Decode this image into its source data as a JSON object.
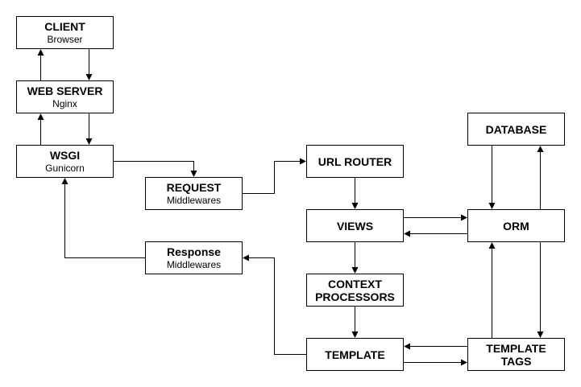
{
  "nodes": {
    "client": {
      "title": "CLIENT",
      "sub": "Browser"
    },
    "webserver": {
      "title": "WEB SERVER",
      "sub": "Nginx"
    },
    "wsgi": {
      "title": "WSGI",
      "sub": "Gunicorn"
    },
    "request": {
      "title": "REQUEST",
      "sub": "Middlewares"
    },
    "response": {
      "title": "Response",
      "sub": "Middlewares"
    },
    "urlrouter": {
      "title": "URL ROUTER"
    },
    "views": {
      "title": "VIEWS"
    },
    "context": {
      "title": "CONTEXT\nPROCESSORS"
    },
    "template": {
      "title": "TEMPLATE"
    },
    "database": {
      "title": "DATABASE"
    },
    "orm": {
      "title": "ORM"
    },
    "tags": {
      "title": "TEMPLATE\nTAGS"
    }
  },
  "edges": [
    {
      "from": "client",
      "to": "webserver"
    },
    {
      "from": "webserver",
      "to": "client"
    },
    {
      "from": "webserver",
      "to": "wsgi"
    },
    {
      "from": "wsgi",
      "to": "webserver"
    },
    {
      "from": "wsgi",
      "to": "request"
    },
    {
      "from": "request",
      "to": "urlrouter"
    },
    {
      "from": "urlrouter",
      "to": "views"
    },
    {
      "from": "views",
      "to": "orm"
    },
    {
      "from": "orm",
      "to": "views"
    },
    {
      "from": "orm",
      "to": "database"
    },
    {
      "from": "database",
      "to": "orm"
    },
    {
      "from": "views",
      "to": "context"
    },
    {
      "from": "context",
      "to": "template"
    },
    {
      "from": "template",
      "to": "tags"
    },
    {
      "from": "tags",
      "to": "template"
    },
    {
      "from": "tags",
      "to": "orm"
    },
    {
      "from": "orm",
      "to": "tags"
    },
    {
      "from": "template",
      "to": "response"
    },
    {
      "from": "response",
      "to": "wsgi"
    }
  ]
}
